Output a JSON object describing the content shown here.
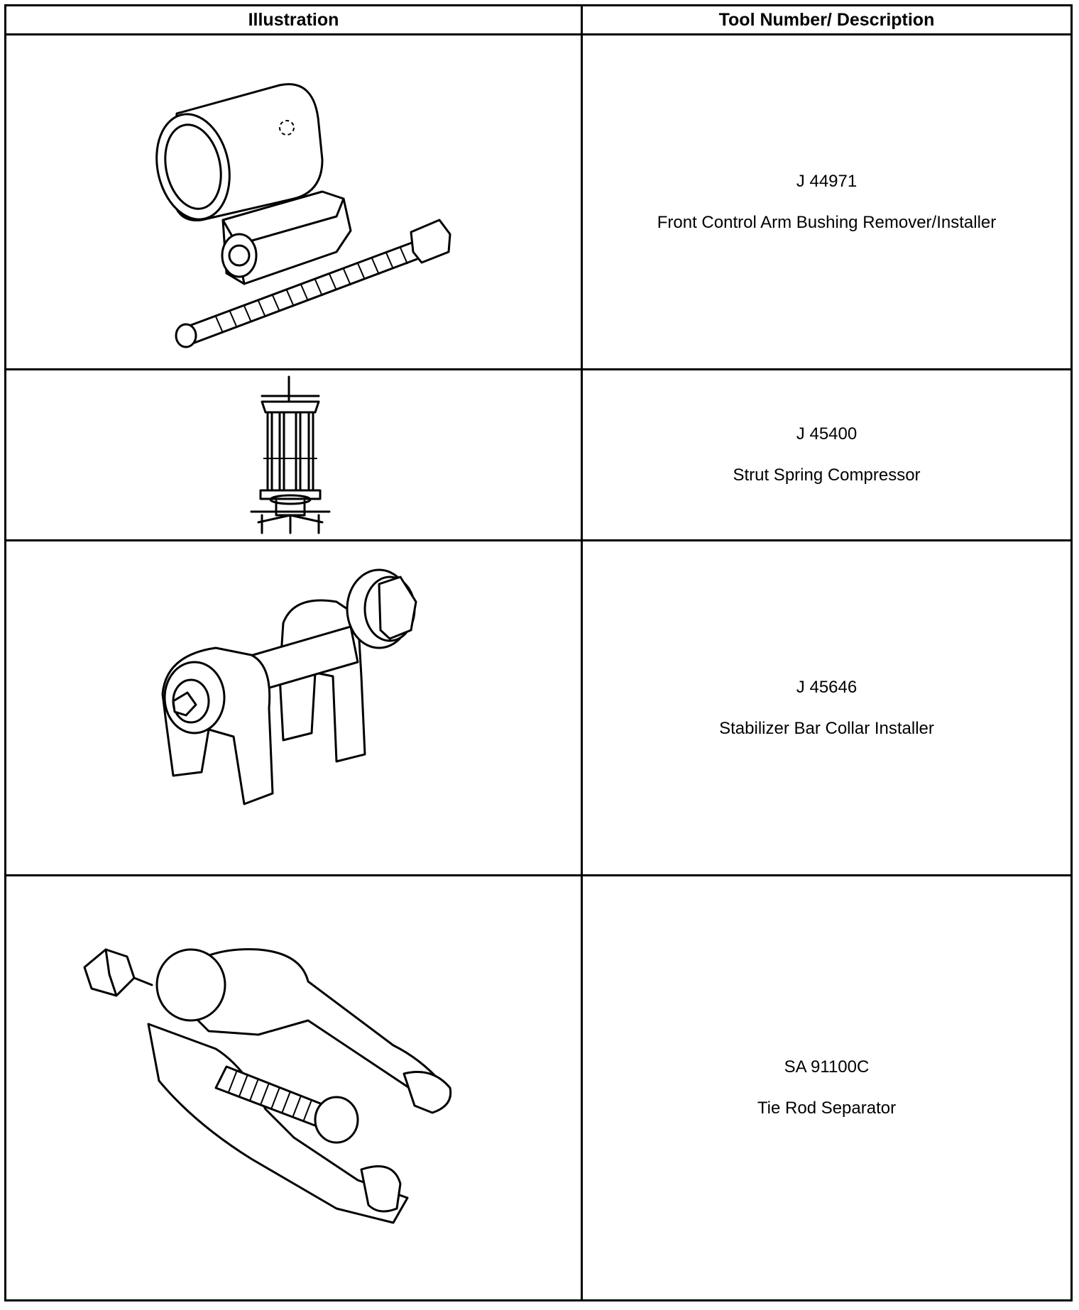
{
  "header": {
    "col_illustration": "Illustration",
    "col_description": "Tool Number/ Description"
  },
  "tools": [
    {
      "number": "J 44971",
      "description": "Front Control Arm Bushing Remover/Installer",
      "icon": "bushing-remover-installer-illustration"
    },
    {
      "number": "J 45400",
      "description": "Strut Spring Compressor",
      "icon": "strut-spring-compressor-illustration"
    },
    {
      "number": "J 45646",
      "description": "Stabilizer Bar Collar Installer",
      "icon": "collar-installer-illustration"
    },
    {
      "number": "SA 91100C",
      "description": "Tie Rod Separator",
      "icon": "tie-rod-separator-illustration"
    }
  ]
}
